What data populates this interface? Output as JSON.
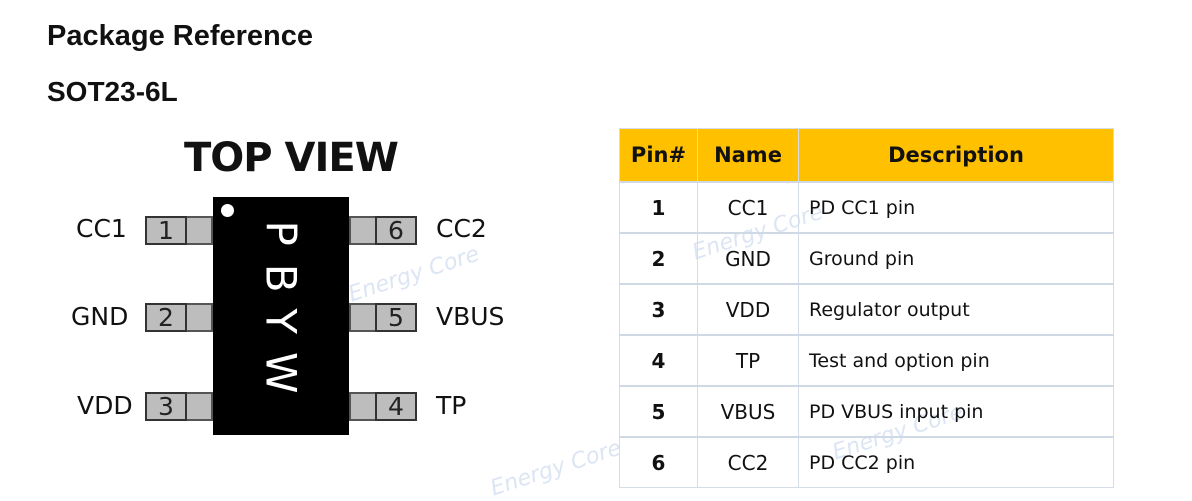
{
  "heading": "Package Reference",
  "package": "SOT23-6L",
  "diagram": {
    "view_label": "TOP VIEW",
    "marking": "PBYW",
    "left_pins": [
      {
        "number": "1",
        "name": "CC1"
      },
      {
        "number": "2",
        "name": "GND"
      },
      {
        "number": "3",
        "name": "VDD"
      }
    ],
    "right_pins": [
      {
        "number": "6",
        "name": "CC2"
      },
      {
        "number": "5",
        "name": "VBUS"
      },
      {
        "number": "4",
        "name": "TP"
      }
    ]
  },
  "watermark": "Energy Core",
  "table": {
    "header_color": "#ffc000",
    "columns": [
      "Pin#",
      "Name",
      "Description"
    ],
    "rows": [
      {
        "pin": "1",
        "name": "CC1",
        "description": "PD CC1 pin"
      },
      {
        "pin": "2",
        "name": "GND",
        "description": "Ground pin"
      },
      {
        "pin": "3",
        "name": "VDD",
        "description": "Regulator output"
      },
      {
        "pin": "4",
        "name": "TP",
        "description": "Test and option pin"
      },
      {
        "pin": "5",
        "name": "VBUS",
        "description": "PD VBUS input pin"
      },
      {
        "pin": "6",
        "name": "CC2",
        "description": "PD CC2 pin"
      }
    ]
  }
}
